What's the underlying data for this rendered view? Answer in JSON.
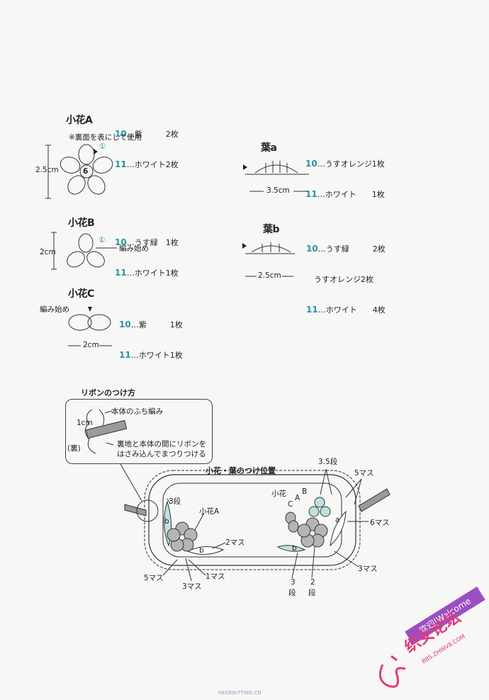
{
  "flowerA": {
    "title": "小花A",
    "lines": [
      {
        "num": "10",
        "text": "…紫　　　2枚"
      },
      {
        "num": "11",
        "text": "…ホワイト2枚"
      }
    ],
    "note": "※裏面を表にして使用",
    "size": "2.5cm",
    "center_mark": "6",
    "start_mark": "①"
  },
  "flowerB": {
    "title": "小花B",
    "lines": [
      {
        "num": "10",
        "text": "…うす緑　1枚"
      },
      {
        "num": "11",
        "text": "…ホワイト1枚"
      }
    ],
    "size": "2cm",
    "start_mark": "①",
    "start_label": "編み始め"
  },
  "flowerC": {
    "title": "小花C",
    "lines": [
      {
        "num": "10",
        "text": "…紫　　　1枚"
      },
      {
        "num": "11",
        "text": "…ホワイト1枚"
      }
    ],
    "start_label": "編み始め",
    "size": "2cm"
  },
  "leafA": {
    "title": "葉a",
    "lines": [
      {
        "num": "10",
        "text": "…うすオレンジ1枚"
      },
      {
        "num": "11",
        "text": "…ホワイト　　1枚"
      }
    ],
    "size": "3.5cm"
  },
  "leafB": {
    "title": "葉b",
    "lines": [
      {
        "num": "10",
        "text": "…うす緑　　　2枚"
      },
      {
        "num": "",
        "text": "　うすオレンジ2枚"
      },
      {
        "num": "11",
        "text": "…ホワイト　　4枚"
      }
    ],
    "size": "2.5cm"
  },
  "ribbon": {
    "title": "リボンのつけ方",
    "edge_label": "本体のふち編み",
    "size": "1cm",
    "back_label": "(裏)",
    "instruction_1": "裏地と本体の間にリボンを",
    "instruction_2": "はさみ込んでまつりつける"
  },
  "placement": {
    "title": "小花・葉のつけ位置",
    "labels": {
      "l_3dan": "3段",
      "flowerA": "小花A",
      "b1": "b",
      "b2": "b",
      "mas2": "2マス",
      "mas5_left": "5マス",
      "mas3_left": "3マス",
      "mas1": "1マス",
      "dan35": "3.5段",
      "mas5_right": "5マス",
      "kobana": "小花",
      "c": "C",
      "a_flower": "A",
      "b_flower": "B",
      "a_leaf": "a",
      "mas6": "6マス",
      "b3": "b",
      "mas3_right": "3マス",
      "dan3_a": "3",
      "dan3_b": "段",
      "dan2_a": "2",
      "dan2_b": "段"
    }
  },
  "watermark": {
    "welcome": "欢迎|Welcome",
    "forum": "织女论坛",
    "url": "BBS.ZHINV8.COM",
    "footer": "HEOKNITTING.CN"
  },
  "colors": {
    "accent": "#2a8fa5",
    "leaf_fill": "#bfe0e0",
    "flower_fill": "#b5b5b5",
    "wm_purple": "#9b4fc0",
    "wm_pink": "#e23a78"
  }
}
